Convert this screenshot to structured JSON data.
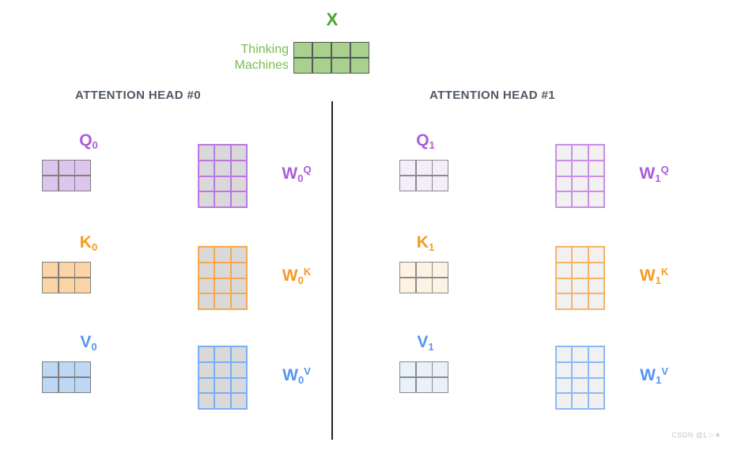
{
  "input_block": {
    "label": "X",
    "label_color": "#48a42a",
    "word_line1": "Thinking",
    "word_line2": "Machines",
    "words_color": "#7cbb55",
    "grid": {
      "rows": 2,
      "cols": 4,
      "fill": "#a9d18e",
      "line": "#595959",
      "t": 1.5
    }
  },
  "divider_color": "#262626",
  "heads": [
    {
      "title": "ATTENTION HEAD #0",
      "title_color": "#4f5864",
      "rows": [
        {
          "label_base": "Q",
          "label_sub": "0",
          "w_base": "W",
          "w_sub": "0",
          "w_sup": "Q",
          "text_color": "#ab5ddb",
          "small_grid": {
            "rows": 2,
            "cols": 3,
            "fill": "#dcc6ee",
            "line": "#808080",
            "t": 1.5
          },
          "w_grid": {
            "rows": 4,
            "cols": 3,
            "fill": "#d9d9d9",
            "line": "#bd77e3",
            "t": 2
          }
        },
        {
          "label_base": "K",
          "label_sub": "0",
          "w_base": "W",
          "w_sub": "0",
          "w_sup": "K",
          "text_color": "#f59b23",
          "small_grid": {
            "rows": 2,
            "cols": 3,
            "fill": "#fbd5a6",
            "line": "#808080",
            "t": 1.5
          },
          "w_grid": {
            "rows": 4,
            "cols": 3,
            "fill": "#d9d9d9",
            "line": "#f5a94f",
            "t": 2
          }
        },
        {
          "label_base": "V",
          "label_sub": "0",
          "w_base": "W",
          "w_sub": "0",
          "w_sup": "V",
          "text_color": "#5595f1",
          "small_grid": {
            "rows": 2,
            "cols": 3,
            "fill": "#bdd8f4",
            "line": "#808080",
            "t": 1.5
          },
          "w_grid": {
            "rows": 4,
            "cols": 3,
            "fill": "#d9d9d9",
            "line": "#79aff6",
            "t": 2
          }
        }
      ]
    },
    {
      "title": "ATTENTION HEAD #1",
      "title_color": "#4f5864",
      "rows": [
        {
          "label_base": "Q",
          "label_sub": "1",
          "w_base": "W",
          "w_sub": "1",
          "w_sup": "Q",
          "text_color": "#ab5ddb",
          "small_grid": {
            "rows": 2,
            "cols": 3,
            "fill": "#f4edfa",
            "line": "#8c8c8c",
            "t": 1.5
          },
          "w_grid": {
            "rows": 4,
            "cols": 3,
            "fill": "#f1f1f1",
            "line": "#c98fe8",
            "t": 2
          }
        },
        {
          "label_base": "K",
          "label_sub": "1",
          "w_base": "W",
          "w_sub": "1",
          "w_sup": "K",
          "text_color": "#f59b23",
          "small_grid": {
            "rows": 2,
            "cols": 3,
            "fill": "#fdf2e3",
            "line": "#8c8c8c",
            "t": 1.5
          },
          "w_grid": {
            "rows": 4,
            "cols": 3,
            "fill": "#f1f1f1",
            "line": "#f6b469",
            "t": 2
          }
        },
        {
          "label_base": "V",
          "label_sub": "1",
          "w_base": "W",
          "w_sub": "1",
          "w_sup": "V",
          "text_color": "#5595f1",
          "small_grid": {
            "rows": 2,
            "cols": 3,
            "fill": "#e9f1fb",
            "line": "#8c8c8c",
            "t": 1.5
          },
          "w_grid": {
            "rows": 4,
            "cols": 3,
            "fill": "#f1f1f1",
            "line": "#8cbaf7",
            "t": 2
          }
        }
      ]
    }
  ],
  "watermark": {
    "text": "CSDN @L☆★",
    "color": "#c8c8c8"
  }
}
